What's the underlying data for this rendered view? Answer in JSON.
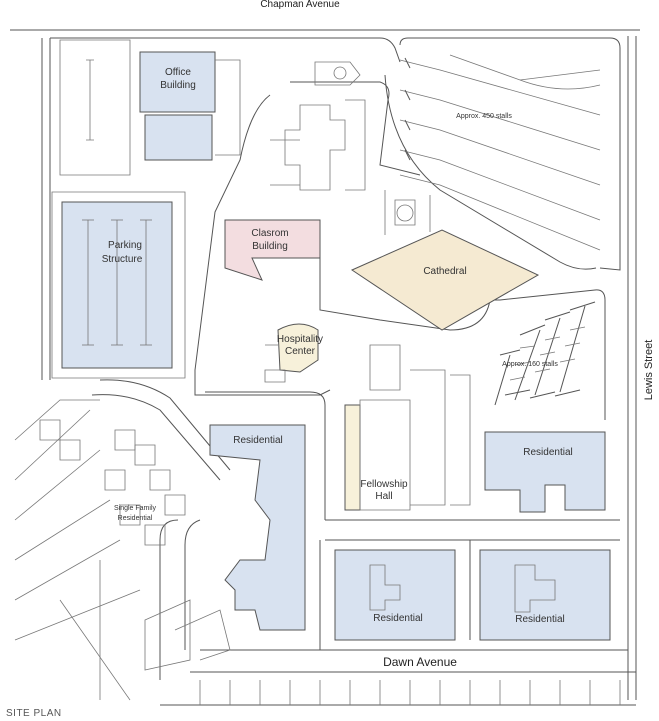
{
  "streets": {
    "north": "Chapman Avenue",
    "south": "Dawn Avenue",
    "east": "Lewis Street"
  },
  "buildings": {
    "office": [
      "Office",
      "Building"
    ],
    "parking": [
      "Parking",
      "Structure"
    ],
    "classroom": [
      "Clasrom",
      "Building"
    ],
    "cathedral": "Cathedral",
    "hospitality": [
      "Hospitality",
      "Center"
    ],
    "fellowship": [
      "Fellowship",
      "Hall"
    ],
    "single_family": [
      "Single Family",
      "Residential"
    ],
    "residential": "Residential"
  },
  "parking_lots": {
    "north": "Approx. 450 stalls",
    "east": "Approx. 160 stalls"
  },
  "caption": "SITE PLAN",
  "colors": {
    "residential_blue": "#d8e2f0",
    "classroom_pink": "#f3dde0",
    "cathedral_tan": "#f5ead2",
    "hospitality_yellow": "#f7f1da"
  }
}
